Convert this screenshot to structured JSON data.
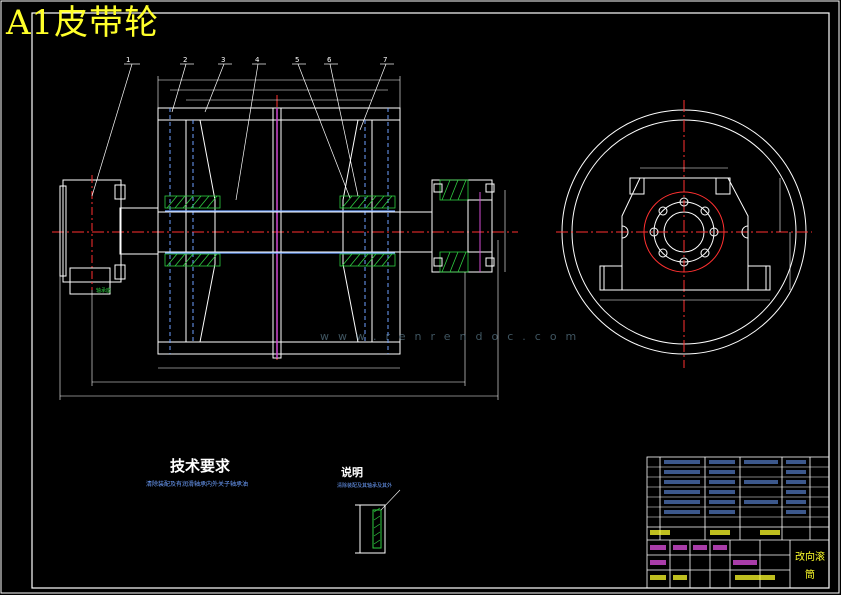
{
  "sheet": {
    "title": "A1皮带轮",
    "tech_requirements_title": "技术要求",
    "tech_requirements_note": "清除装配及有润滑轴承内外关子轴承油",
    "description_title": "说明",
    "description_note": "清除装配及其轴承及其外",
    "drawing_name": "改向滚筒",
    "watermark": "www.renrendoc.com"
  },
  "part_numbers": [
    "1",
    "2",
    "3",
    "4",
    "5",
    "6",
    "7"
  ],
  "colors": {
    "background": "#000000",
    "frame": "#ffffff",
    "outline": "#ffffff",
    "hidden": "#6ea0ff",
    "centerline": "#ff3030",
    "dimension": "#ffffff",
    "hatch": "#2ecc40",
    "title_text": "#ffff2a",
    "accent": "#d34bd3"
  }
}
